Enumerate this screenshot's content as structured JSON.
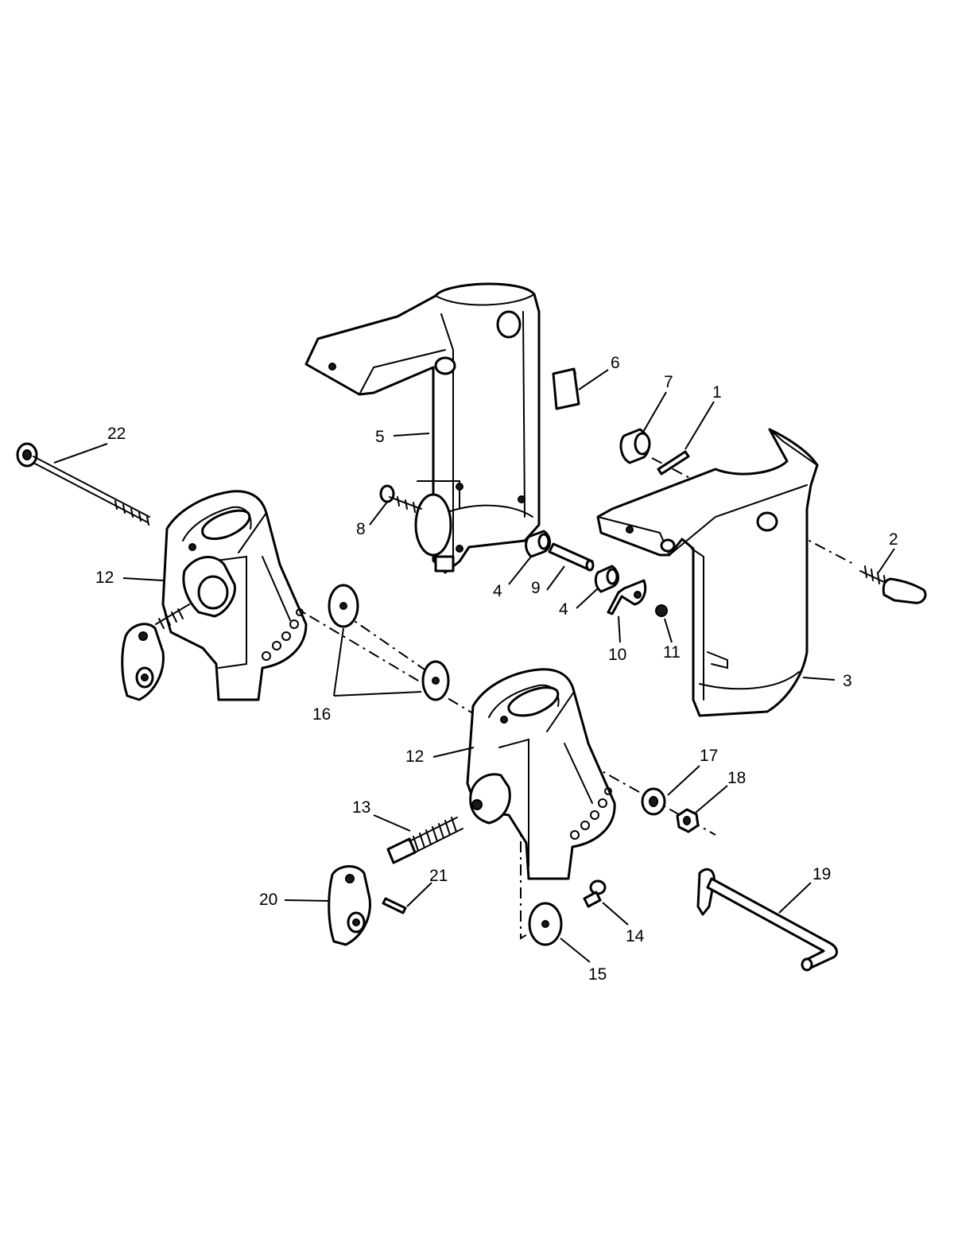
{
  "callouts": {
    "c1": "1",
    "c2": "2",
    "c3": "3",
    "c4a": "4",
    "c4b": "4",
    "c5": "5",
    "c6": "6",
    "c7": "7",
    "c8": "8",
    "c9": "9",
    "c10": "10",
    "c11": "11",
    "c12a": "12",
    "c12b": "12",
    "c13": "13",
    "c14": "14",
    "c15": "15",
    "c16": "16",
    "c17": "17",
    "c18": "18",
    "c19": "19",
    "c20": "20",
    "c21": "21",
    "c22": "22"
  }
}
